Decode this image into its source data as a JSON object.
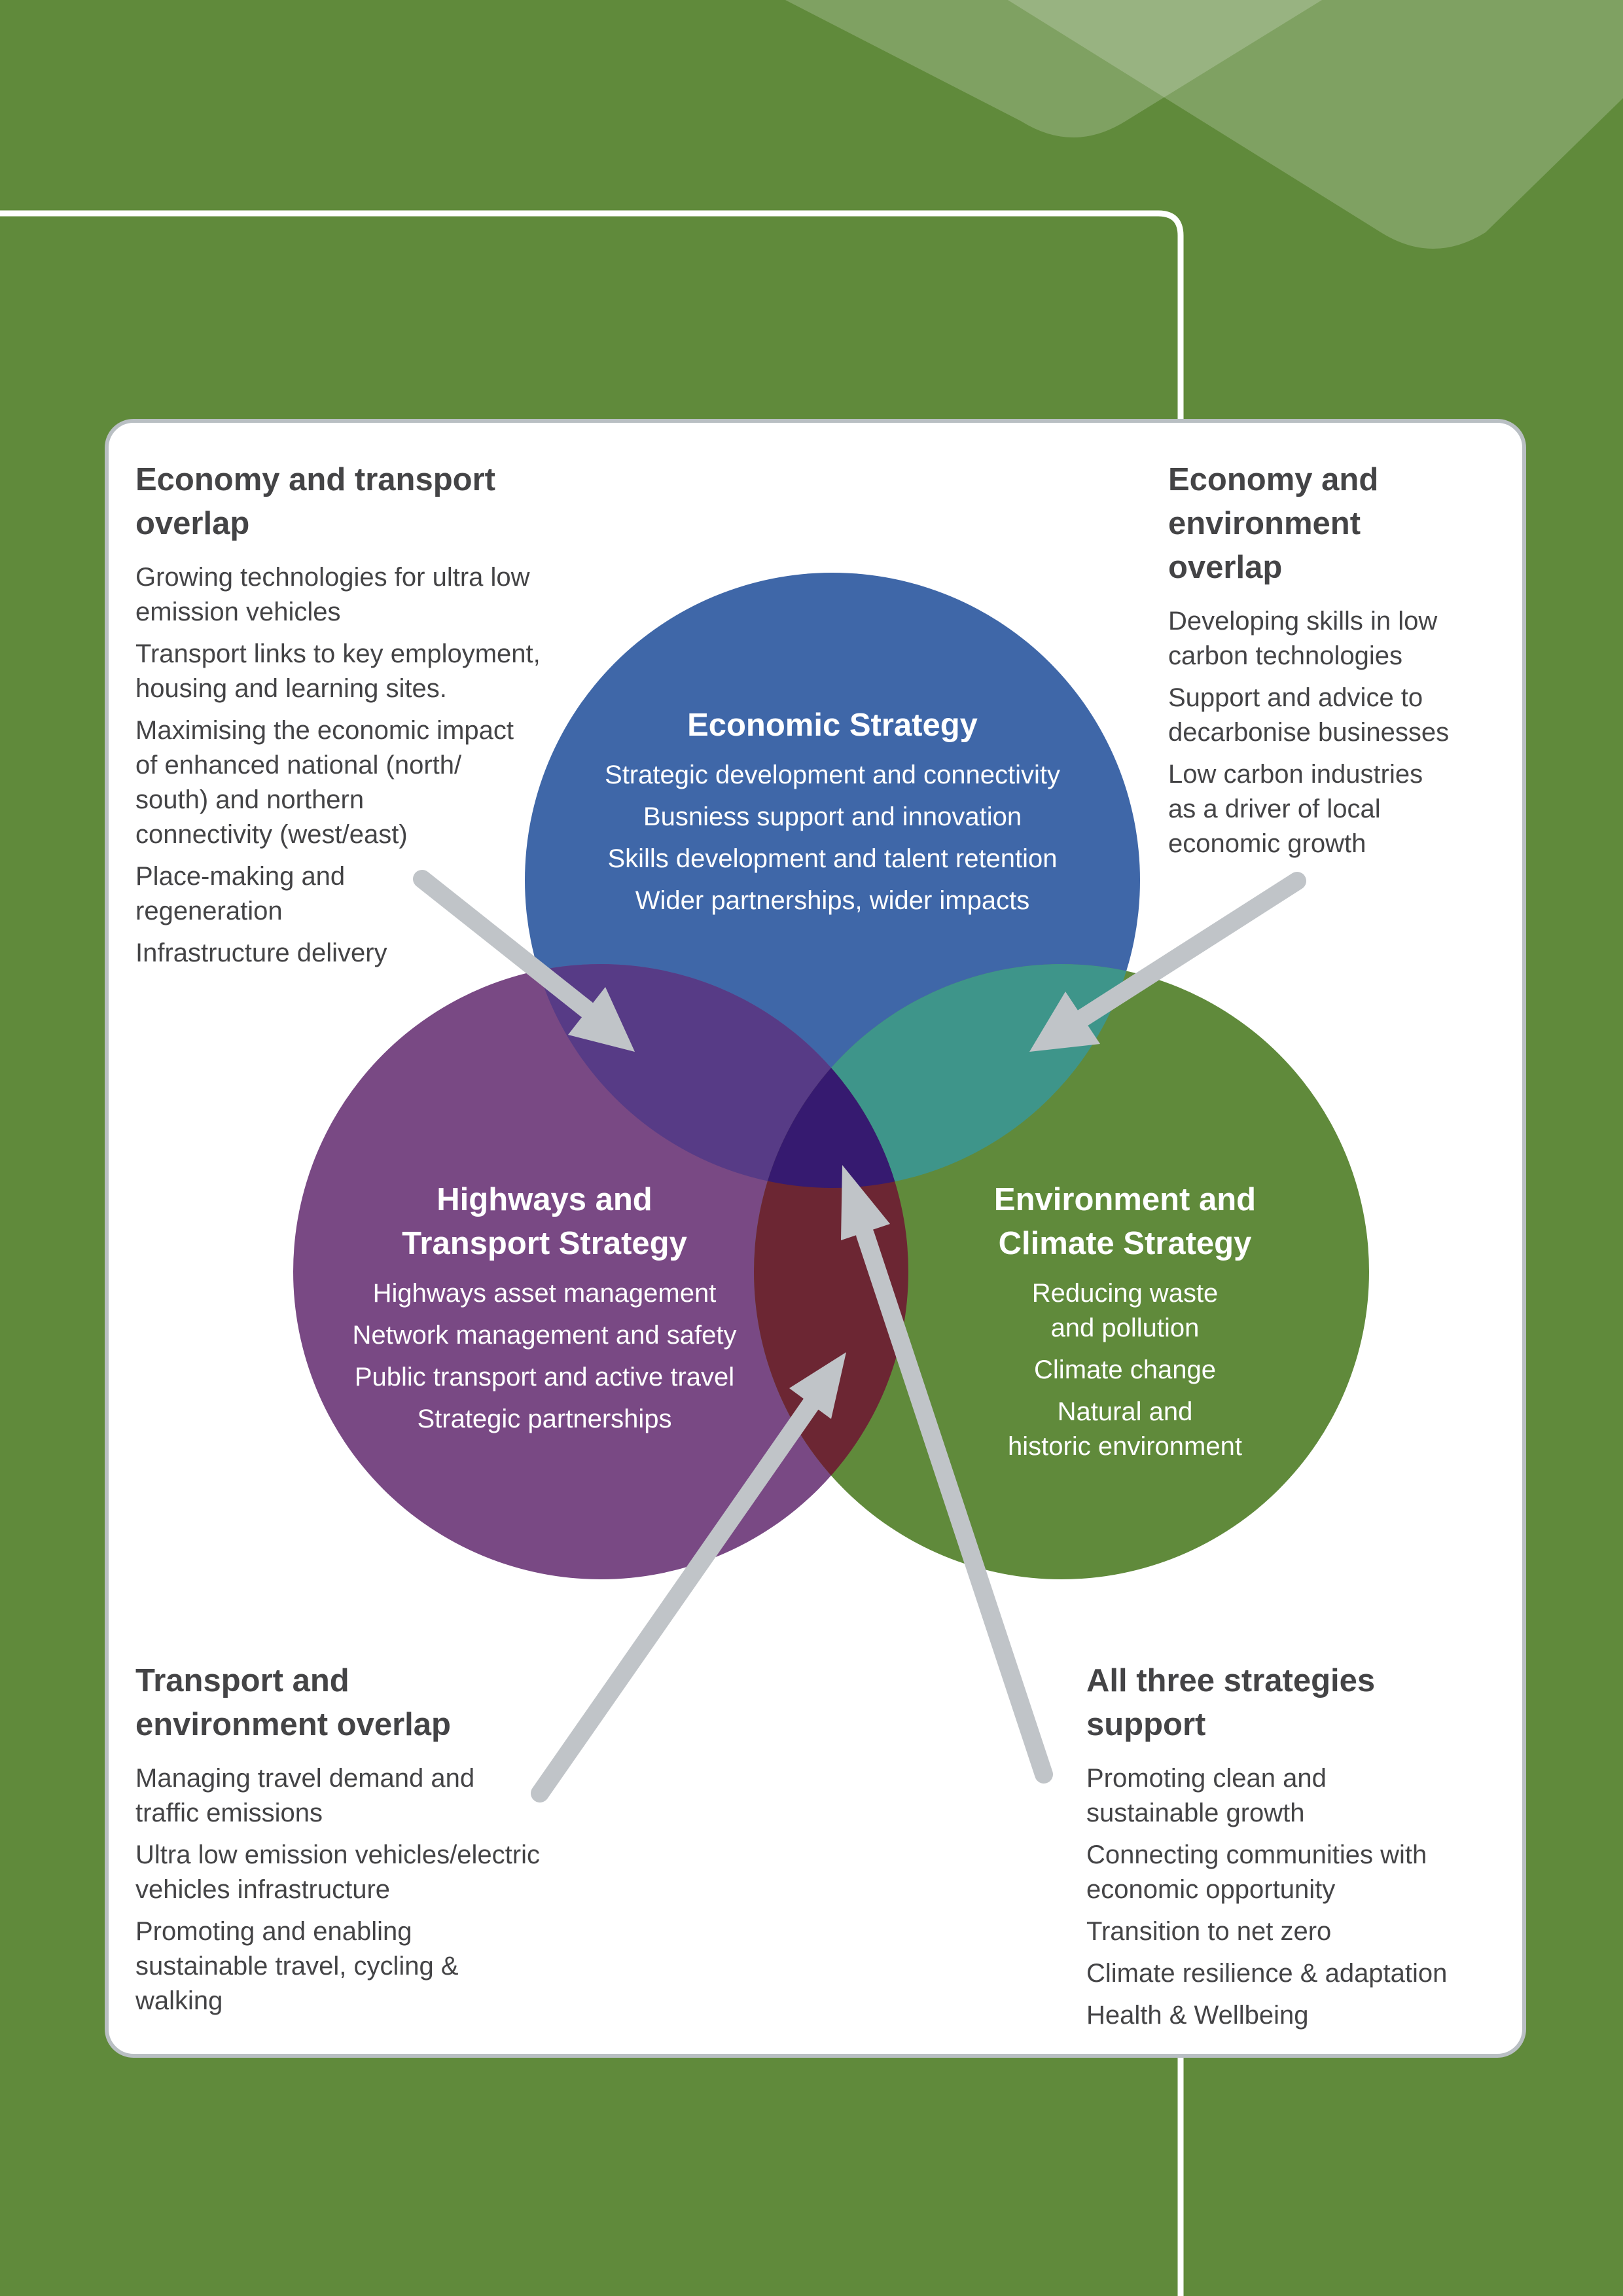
{
  "panels": {
    "economy_transport": {
      "title": "Economy and transport\noverlap",
      "items": [
        "Growing technologies for  ultra low\nemission vehicles",
        "Transport links to key employment,\nhousing and learning sites.",
        "Maximising the economic impact\nof enhanced national (north/\nsouth) and northern\nconnectivity (west/east)",
        "Place-making and\nregeneration",
        "Infrastructure delivery"
      ]
    },
    "economy_environment": {
      "title": "Economy and\nenvironment\noverlap",
      "items": [
        "Developing skills in low\ncarbon technologies",
        "Support and advice to\ndecarbonise businesses",
        "Low carbon industries\nas a driver of local\neconomic growth"
      ]
    },
    "transport_environment": {
      "title": "Transport and\nenvironment overlap",
      "items": [
        "Managing travel demand and\ntraffic emissions",
        "Ultra low emission vehicles/electric\nvehicles infrastructure",
        "Promoting and enabling\nsustainable travel, cycling &\nwalking"
      ]
    },
    "all_three": {
      "title": "All three strategies\nsupport",
      "items": [
        "Promoting clean and\nsustainable growth",
        "Connecting communities with\neconomic opportunity",
        "Transition to net zero",
        "Climate resilience & adaptation",
        "Health & Wellbeing"
      ]
    }
  },
  "circles": {
    "economic": {
      "title": "Economic Strategy",
      "items": [
        "Strategic development and connectivity",
        "Busniess support and innovation",
        "Skills development and talent retention",
        "Wider partnerships, wider impacts"
      ]
    },
    "highways": {
      "title": "Highways and\nTransport Strategy",
      "items": [
        "Highways asset management",
        "Network management and safety",
        "Public transport and active travel",
        "Strategic partnerships"
      ]
    },
    "environment": {
      "title": "Environment and\nClimate Strategy",
      "items": [
        "Reducing waste\nand pollution",
        "Climate change",
        "Natural and\nhistoric environment"
      ]
    }
  },
  "colors": {
    "background": "#608a3b",
    "economic": "#3f67a8",
    "highways": "#794984",
    "environment": "#608a3b",
    "economic_highways_overlap": "#573b86",
    "economic_environment_overlap": "#3e958a",
    "highways_environment_overlap": "#6c2633",
    "center_overlap": "#361a70",
    "arrow": "#c0c4c8",
    "panel_text": "#444446"
  }
}
